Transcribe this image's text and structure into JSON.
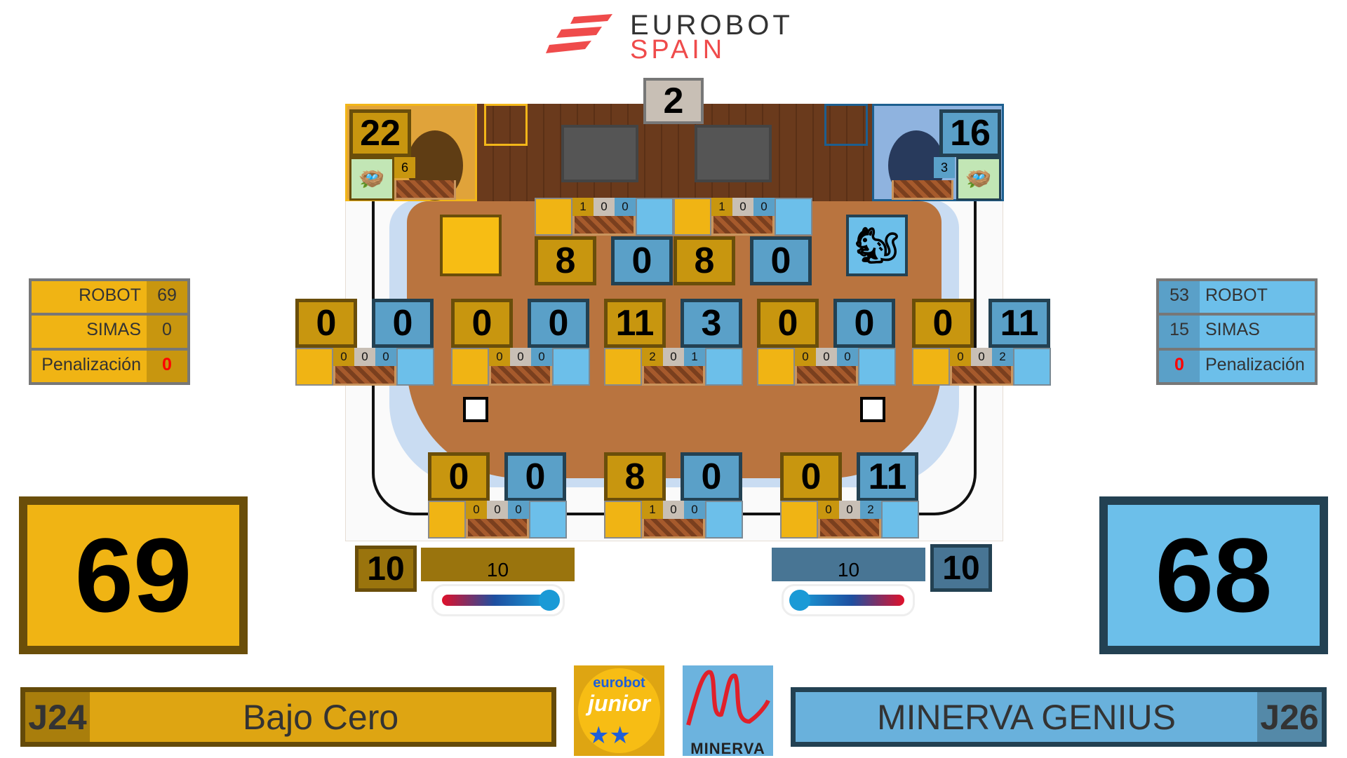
{
  "header": {
    "logo_line1": "EUROBOT",
    "logo_line2": "SPAIN"
  },
  "colors": {
    "yellow": "#f0b414",
    "yellow_dark": "#c8960f",
    "blue": "#6cbfea",
    "blue_dark": "#5aa0c8",
    "penalty": "#ff0000"
  },
  "field": {
    "center_counter": "2",
    "home_yellow": {
      "score": "22",
      "count": "6"
    },
    "home_blue": {
      "score": "16",
      "count": "3"
    },
    "top_zones": [
      {
        "yellow": "8",
        "blue": "0",
        "counts": [
          "1",
          "0",
          "0"
        ]
      },
      {
        "yellow": "8",
        "blue": "0",
        "counts": [
          "1",
          "0",
          "0"
        ]
      }
    ],
    "middle_zones": [
      {
        "yellow": "0",
        "blue": "0",
        "counts": [
          "0",
          "0",
          "0"
        ]
      },
      {
        "yellow": "0",
        "blue": "0",
        "counts": [
          "0",
          "0",
          "0"
        ]
      },
      {
        "yellow": "11",
        "blue": "3",
        "counts": [
          "2",
          "0",
          "1"
        ]
      },
      {
        "yellow": "0",
        "blue": "0",
        "counts": [
          "0",
          "0",
          "0"
        ]
      },
      {
        "yellow": "0",
        "blue": "11",
        "counts": [
          "0",
          "0",
          "2"
        ]
      }
    ],
    "bottom_zones": [
      {
        "yellow": "0",
        "blue": "0",
        "counts": [
          "0",
          "0",
          "0"
        ]
      },
      {
        "yellow": "8",
        "blue": "0",
        "counts": [
          "1",
          "0",
          "0"
        ]
      },
      {
        "yellow": "0",
        "blue": "11",
        "counts": [
          "0",
          "0",
          "2"
        ]
      }
    ]
  },
  "thermometer": {
    "yellow_box": "10",
    "yellow_bar": "10",
    "blue_bar": "10",
    "blue_box": "10"
  },
  "yellow_team": {
    "robot_label": "ROBOT",
    "robot": "69",
    "simas_label": "SIMAS",
    "simas": "0",
    "penalty_label": "Penalización",
    "penalty": "0",
    "total": "69",
    "code": "J24",
    "name": "Bajo Cero"
  },
  "blue_team": {
    "robot_label": "ROBOT",
    "robot": "53",
    "simas_label": "SIMAS",
    "simas": "15",
    "penalty_label": "Penalización",
    "penalty": "0",
    "total": "68",
    "code": "J26",
    "name": "MINERVA GENIUS"
  },
  "sponsors": {
    "junior_line1": "eurobot",
    "junior_line2": "junior",
    "minerva": "MINERVA"
  }
}
